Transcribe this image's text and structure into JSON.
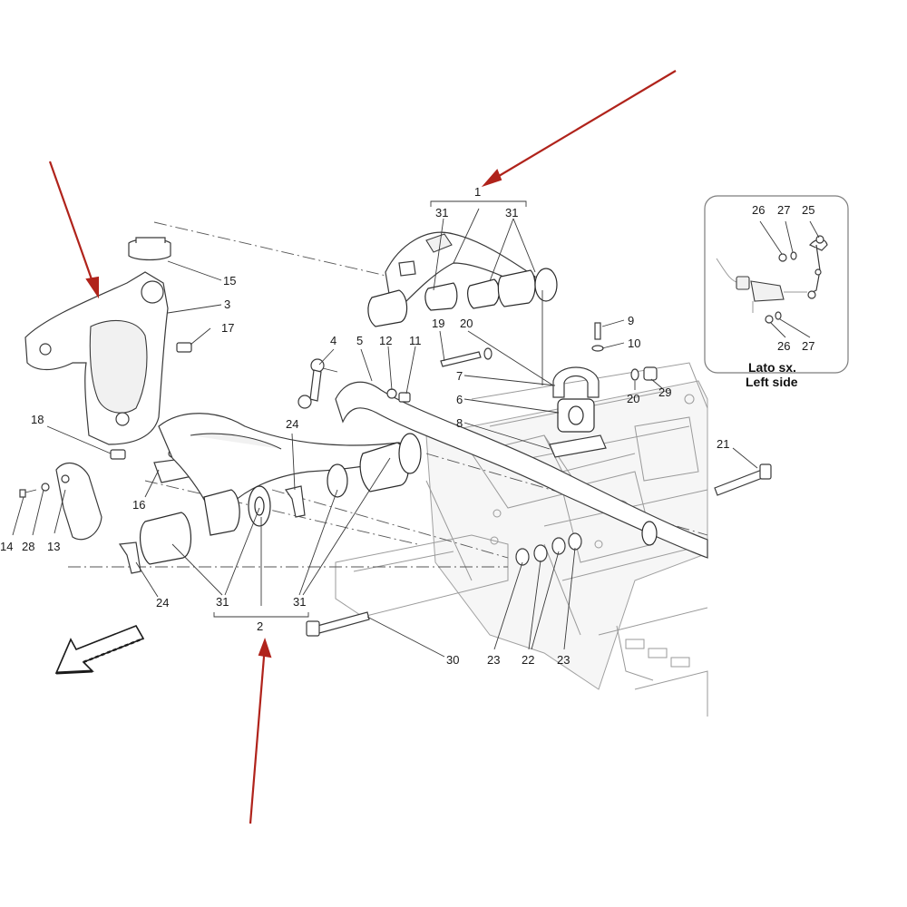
{
  "callouts": {
    "c1": "1",
    "c2": "2",
    "c3": "3",
    "c4": "4",
    "c5": "5",
    "c6": "6",
    "c7": "7",
    "c8": "8",
    "c9": "9",
    "c10": "10",
    "c11": "11",
    "c12": "12",
    "c13": "13",
    "c14": "14",
    "c15": "15",
    "c16": "16",
    "c17": "17",
    "c18": "18",
    "c19": "19",
    "c20a": "20",
    "c20b": "20",
    "c21": "21",
    "c22": "22",
    "c23a": "23",
    "c23b": "23",
    "c24a": "24",
    "c24b": "24",
    "c28": "28",
    "c29": "29",
    "c30": "30",
    "c31a": "31",
    "c31b": "31",
    "c31c": "31",
    "c31d": "31"
  },
  "inset": {
    "title_line1": "Lato sx.",
    "title_line2": "Left side",
    "labels": {
      "l26a": "26",
      "l27a": "27",
      "l25": "25",
      "l26b": "26",
      "l27b": "27"
    }
  },
  "colors": {
    "arrow": "#b0231b",
    "line": "#3a3a3a",
    "frame": "#9a9a9a"
  },
  "icons": {
    "direction": "direction-arrow-icon",
    "pointer": "red-pointer-arrow"
  }
}
